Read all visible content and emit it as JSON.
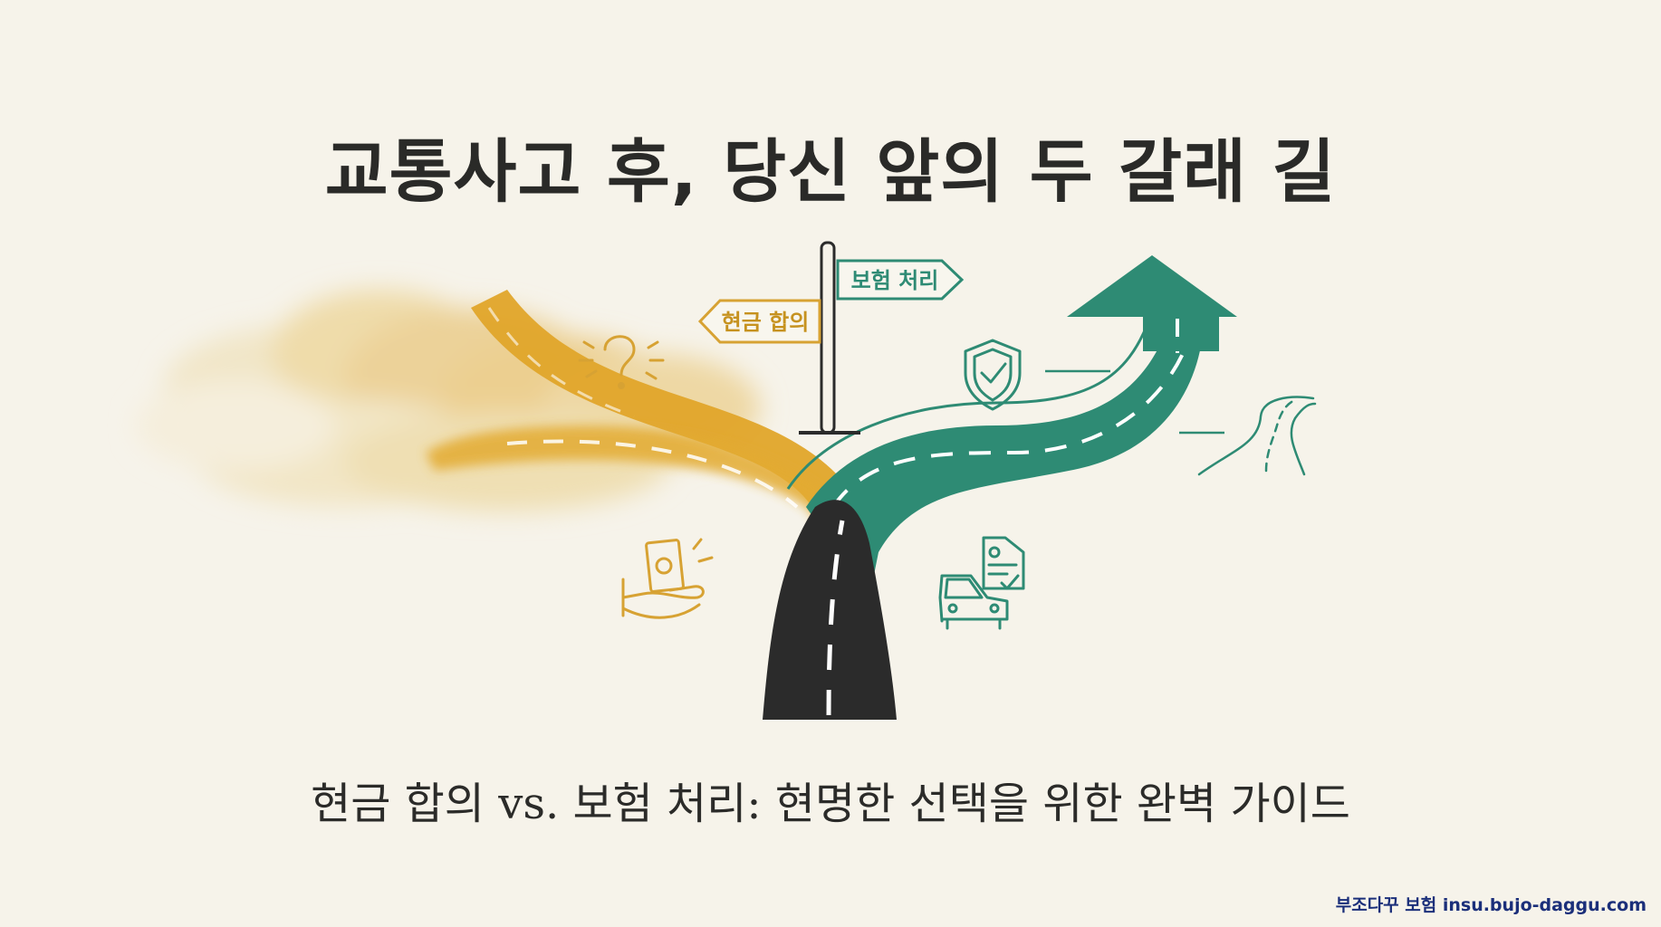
{
  "title": "교통사고 후, 당신 앞의 두 갈래 길",
  "subtitle": "현금 합의 vs. 보험 처리: 현명한 선택을 위한 완벽 가이드",
  "signs": {
    "left": "현금 합의",
    "right": "보험 처리"
  },
  "watermark": "부조다꾸 보험 insu.bujo-daggu.com",
  "colors": {
    "background": "#f6f3ea",
    "cash_path": "#e0a52a",
    "insurance_path": "#2e8b74",
    "road": "#2b2b2b"
  },
  "icons": [
    "question-icon",
    "cash-hand-icon",
    "shield-check-icon",
    "car-document-icon",
    "winding-road-icon"
  ]
}
